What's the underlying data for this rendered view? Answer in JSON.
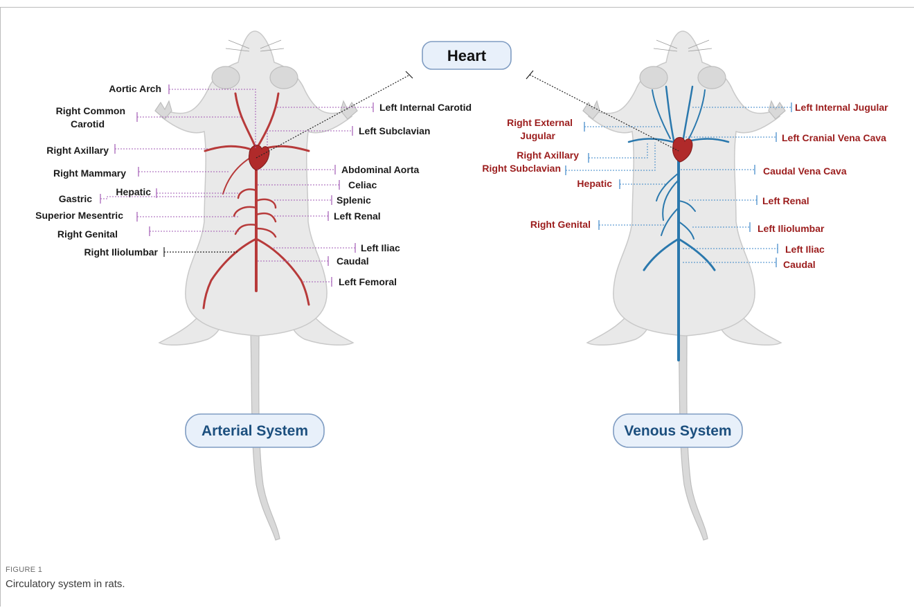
{
  "heart_label": "Heart",
  "arterial": {
    "title": "Arterial System",
    "labels": {
      "aortic_arch": "Aortic Arch",
      "right_common_carotid_1": "Right Common",
      "right_common_carotid_2": "Carotid",
      "right_axillary": "Right Axillary",
      "right_mammary": "Right Mammary",
      "gastric": "Gastric",
      "hepatic": "Hepatic",
      "superior_mesentric": "Superior Mesentric",
      "right_genital": "Right Genital",
      "right_iliolumbar": "Right Iliolumbar",
      "left_internal_carotid": "Left Internal Carotid",
      "left_subclavian": "Left Subclavian",
      "abdominal_aorta": "Abdominal Aorta",
      "celiac": "Celiac",
      "splenic": "Splenic",
      "left_renal": "Left Renal",
      "left_iliac": "Left Iliac",
      "caudal": "Caudal",
      "left_femoral": "Left Femoral"
    }
  },
  "venous": {
    "title": "Venous System",
    "labels": {
      "right_external_jugular_1": "Right External",
      "right_external_jugular_2": "Jugular",
      "right_axillary": "Right Axillary",
      "right_subclavian": "Right Subclavian",
      "hepatic": "Hepatic",
      "right_genital": "Right Genital",
      "left_internal_jugular": "Left Internal Jugular",
      "left_cranial_vena_cava": "Left Cranial Vena Cava",
      "caudal_vena_cava": "Caudal Vena Cava",
      "left_renal": "Left Renal",
      "left_iliolumbar": "Left Iliolumbar",
      "left_iliac": "Left Iliac",
      "caudal": "Caudal"
    }
  },
  "figure": {
    "label": "FIGURE 1",
    "caption": "Circulatory system in rats."
  },
  "colors": {
    "artery": "#b73a3a",
    "vein": "#2a78ad",
    "venous_label": "#9b1c1c",
    "arterial_leader": "#a259b5",
    "venous_leader": "#3a86c8",
    "pill_fill": "#e8f0fa"
  }
}
